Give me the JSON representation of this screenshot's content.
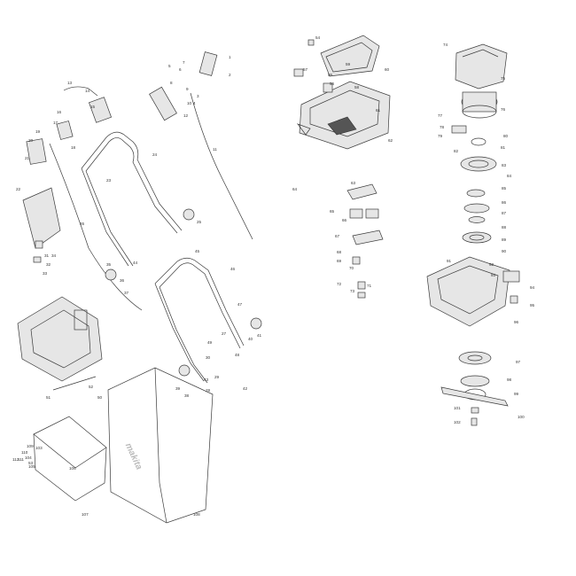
{
  "brand_logo": "makita",
  "part_labels": [
    "1",
    "2",
    "3",
    "4",
    "5",
    "6",
    "7",
    "8",
    "9",
    "10",
    "11",
    "12",
    "13",
    "14",
    "15",
    "16",
    "17",
    "18",
    "19",
    "20",
    "21",
    "22",
    "23",
    "24",
    "25",
    "26",
    "27",
    "28",
    "29",
    "30",
    "31",
    "32",
    "33",
    "34",
    "35",
    "36",
    "37",
    "38",
    "39",
    "40",
    "41",
    "42",
    "43",
    "44",
    "45",
    "46",
    "47",
    "48",
    "49",
    "50",
    "51",
    "52",
    "53",
    "54",
    "55",
    "56",
    "57",
    "58",
    "59",
    "60",
    "61",
    "62",
    "63",
    "64",
    "65",
    "66",
    "67",
    "68",
    "69",
    "70",
    "71",
    "72",
    "73",
    "74",
    "75",
    "76",
    "77",
    "78",
    "79",
    "80",
    "81",
    "82",
    "83",
    "84",
    "85",
    "86",
    "87",
    "88",
    "89",
    "90",
    "91",
    "92",
    "93",
    "94",
    "95",
    "96",
    "97",
    "98",
    "99",
    "100",
    "101",
    "102",
    "103",
    "104",
    "105",
    "106",
    "107",
    "108",
    "109",
    "110",
    "111",
    "112"
  ]
}
